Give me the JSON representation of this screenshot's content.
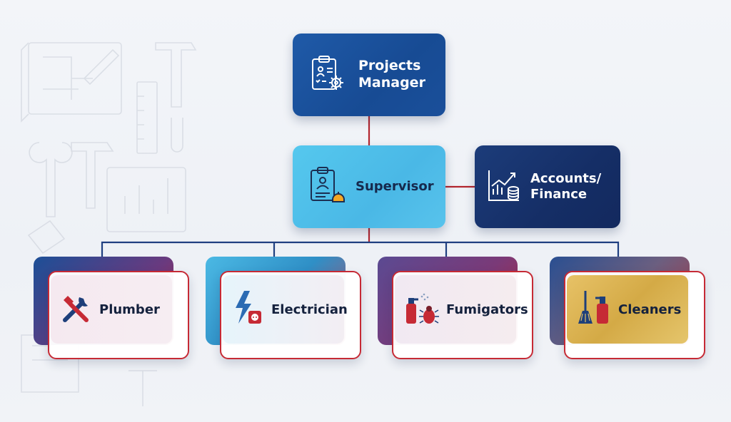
{
  "nodes": {
    "projects_manager": {
      "label": "Projects\nManager",
      "icon": "clipboard-gear-icon"
    },
    "supervisor": {
      "label": "Supervisor",
      "icon": "clipboard-worker-icon"
    },
    "accounts_finance": {
      "label": "Accounts/\nFinance",
      "icon": "chart-coins-icon"
    }
  },
  "teams": [
    {
      "label": "Plumber",
      "icon": "wrench-icon"
    },
    {
      "label": "Electrician",
      "icon": "lightning-outlet-icon"
    },
    {
      "label": "Fumigators",
      "icon": "sprayer-bug-icon"
    },
    {
      "label": "Cleaners",
      "icon": "broom-spray-icon"
    }
  ],
  "colors": {
    "manager": "#1f5aa8",
    "supervisor": "#55c8ee",
    "finance": "#152e66",
    "connector": "#b3262f",
    "cleaners_gold": "#d4aa46"
  }
}
